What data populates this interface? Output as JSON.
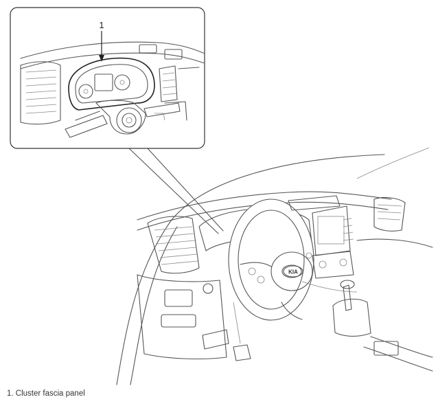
{
  "callout": {
    "number": "1"
  },
  "caption": {
    "text": "1. Cluster fascia panel"
  },
  "logo": {
    "text": "KIA"
  }
}
